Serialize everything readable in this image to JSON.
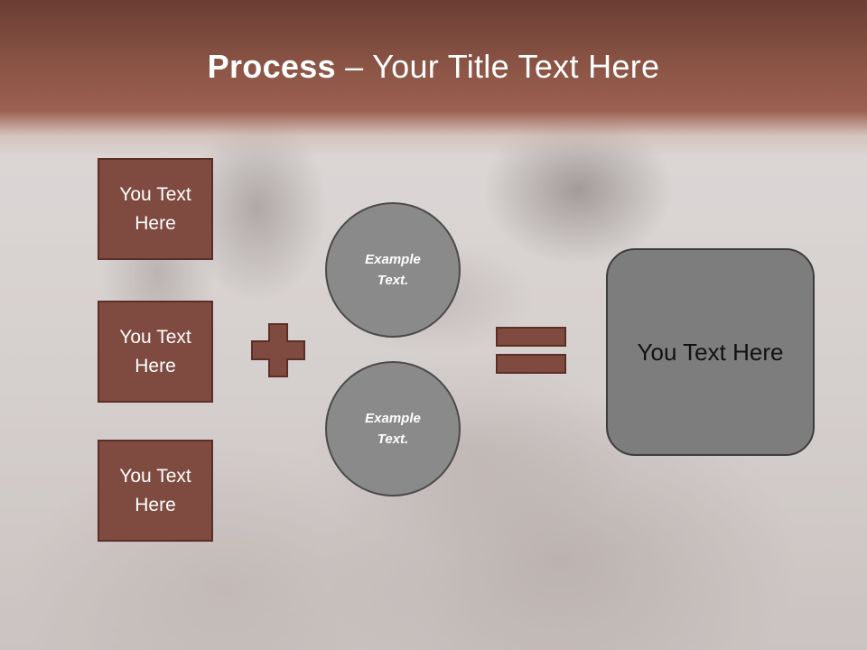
{
  "slide": {
    "title_bold": "Process",
    "title_rest": " – Your Title Text Here"
  },
  "left_boxes": [
    {
      "label": "You Text Here"
    },
    {
      "label": "You Text Here"
    },
    {
      "label": "You Text Here"
    }
  ],
  "operators": {
    "plus_icon": "plus-icon",
    "equals_icon": "equals-icon"
  },
  "circles": [
    {
      "label": "Example Text."
    },
    {
      "label": "Example Text."
    }
  ],
  "result": {
    "label": "You Text Here"
  },
  "colors": {
    "title_bar": "#8d5647",
    "box_fill": "#7f4a40",
    "box_border": "#5b2f27",
    "circle_fill": "#8a8a8a",
    "result_fill": "#7d7d7d"
  }
}
